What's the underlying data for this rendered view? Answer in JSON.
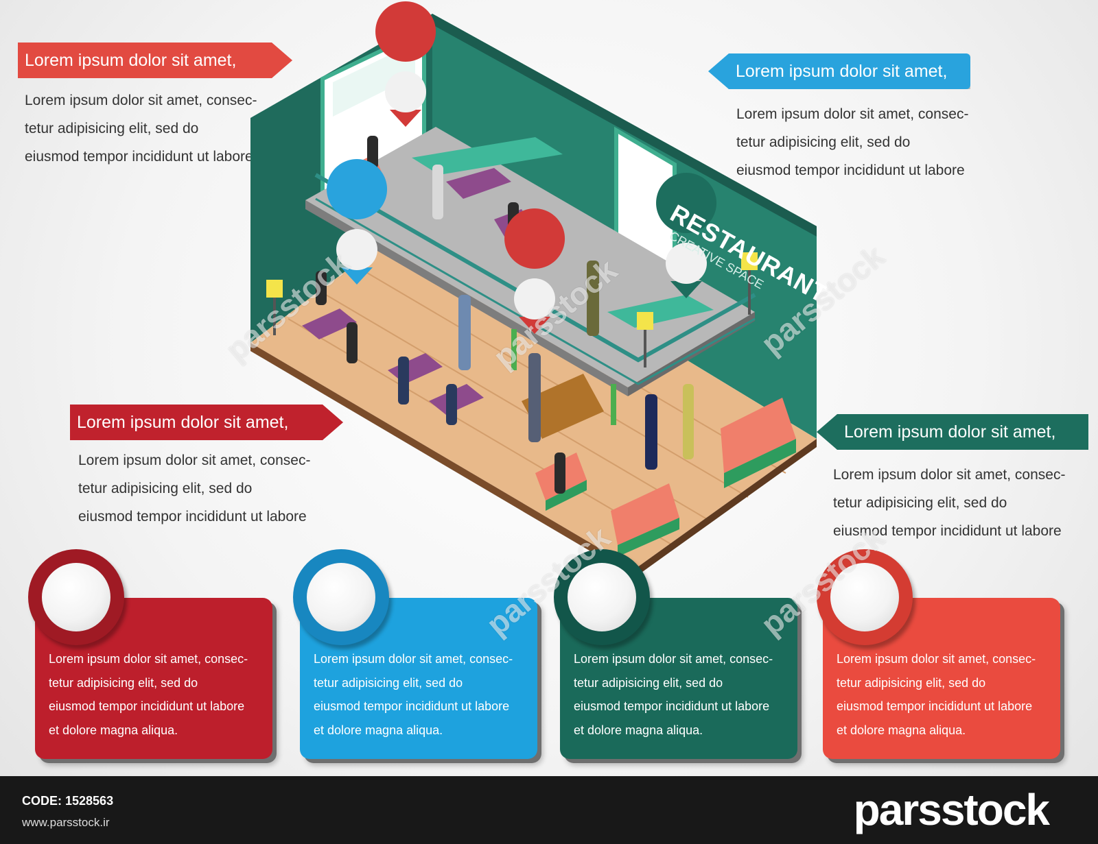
{
  "banners": [
    {
      "text": "Lorem ipsum dolor sit amet,",
      "color": "#e24a41"
    },
    {
      "text": "Lorem ipsum dolor sit amet,",
      "color": "#29a3dd"
    },
    {
      "text": "Lorem ipsum dolor sit amet,",
      "color": "#c0222d"
    },
    {
      "text": "Lorem ipsum dolor sit amet,",
      "color": "#1d6e5e"
    }
  ],
  "descriptions": [
    [
      "Lorem ipsum dolor sit amet, consec-",
      "tetur adipisicing elit, sed do",
      "eiusmod tempor incididunt ut labore"
    ],
    [
      "Lorem ipsum dolor sit amet, consec-",
      "tetur adipisicing elit, sed do",
      "eiusmod tempor incididunt ut labore"
    ],
    [
      "Lorem ipsum dolor sit amet, consec-",
      "tetur adipisicing elit, sed do",
      "eiusmod tempor incididunt ut labore"
    ],
    [
      "Lorem ipsum dolor sit amet, consec-",
      "tetur adipisicing elit, sed do",
      "eiusmod tempor incididunt ut labore"
    ]
  ],
  "restaurant_sign": {
    "title": "RESTAURANT",
    "subtitle": "CREATIVE SPACE"
  },
  "cards": [
    {
      "color": "#bd1f2c",
      "ring_color": "#9f1a24",
      "lines": [
        "Lorem ipsum dolor sit amet, consec-",
        "tetur adipisicing elit, sed do",
        "eiusmod tempor incididunt ut labore",
        "et dolore magna aliqua."
      ]
    },
    {
      "color": "#1ea2de",
      "ring_color": "#1887c0",
      "lines": [
        "Lorem ipsum dolor sit amet, consec-",
        "tetur adipisicing elit, sed do",
        "eiusmod tempor incididunt ut labore",
        "et dolore magna aliqua."
      ]
    },
    {
      "color": "#1a6a5a",
      "ring_color": "#12564a",
      "lines": [
        "Lorem ipsum dolor sit amet, consec-",
        "tetur adipisicing elit, sed do",
        "eiusmod tempor incididunt ut labore",
        "et dolore magna aliqua."
      ]
    },
    {
      "color": "#ea4b3f",
      "ring_color": "#d43c32",
      "lines": [
        "Lorem ipsum dolor sit amet, consec-",
        "tetur adipisicing elit, sed do",
        "eiusmod tempor incididunt ut labore",
        "et dolore magna aliqua."
      ]
    }
  ],
  "footer": {
    "code": "CODE: 1528563",
    "url": "www.parsstock.ir",
    "logo": "parsstock"
  },
  "watermark": "parsstock"
}
